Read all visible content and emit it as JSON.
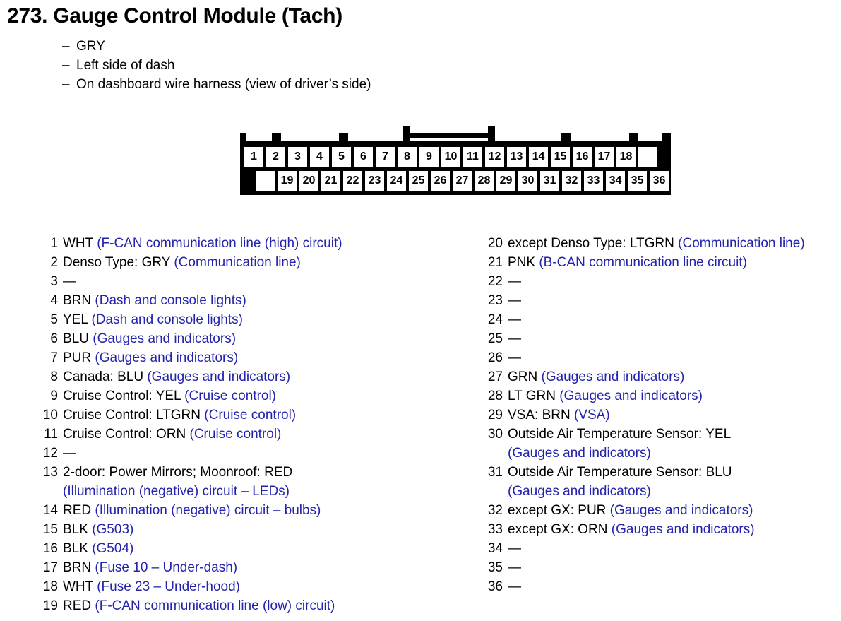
{
  "header": {
    "title": "273. Gauge Control Module (Tach)",
    "bullets": [
      "GRY",
      "Left side of dash",
      "On dashboard wire harness (view of driver’s side)"
    ],
    "dash": "–"
  },
  "colors": {
    "circuit_text": "#2323ad",
    "body_text": "#000000",
    "connector_body": "#000000",
    "pin_fill": "#ffffff"
  },
  "connector": {
    "name": "36-pin connector",
    "top_row": [
      "1",
      "2",
      "3",
      "4",
      "5",
      "6",
      "7",
      "8",
      "9",
      "10",
      "11",
      "12",
      "13",
      "14",
      "15",
      "16",
      "17",
      "18"
    ],
    "bottom_row": [
      "19",
      "20",
      "21",
      "22",
      "23",
      "24",
      "25",
      "26",
      "27",
      "28",
      "29",
      "30",
      "31",
      "32",
      "33",
      "34",
      "35",
      "36"
    ]
  },
  "pins": {
    "left_column": [
      {
        "num": "1",
        "wire": "WHT ",
        "circuit": "(F-CAN communication line (high) circuit)"
      },
      {
        "num": "2",
        "wire": "Denso Type: GRY ",
        "circuit": "(Communication line)"
      },
      {
        "num": "3",
        "wire": "—",
        "circuit": ""
      },
      {
        "num": "4",
        "wire": "BRN ",
        "circuit": "(Dash and console lights)"
      },
      {
        "num": "5",
        "wire": "YEL ",
        "circuit": "(Dash and console lights)"
      },
      {
        "num": "6",
        "wire": "BLU ",
        "circuit": "(Gauges and indicators)"
      },
      {
        "num": "7",
        "wire": "PUR ",
        "circuit": "(Gauges and indicators)"
      },
      {
        "num": "8",
        "wire": "Canada: BLU ",
        "circuit": "(Gauges and indicators)"
      },
      {
        "num": "9",
        "wire": "Cruise Control: YEL ",
        "circuit": "(Cruise control)"
      },
      {
        "num": "10",
        "wire": "Cruise Control: LTGRN  ",
        "circuit": "(Cruise control)"
      },
      {
        "num": "11",
        "wire": "Cruise Control: ORN ",
        "circuit": "(Cruise control)"
      },
      {
        "num": "12",
        "wire": "—",
        "circuit": ""
      },
      {
        "num": "13",
        "wire": "2-door: Power Mirrors; Moonroof: RED",
        "circuit": "",
        "continuation": "(Illumination (negative) circuit – LEDs)"
      },
      {
        "num": "14",
        "wire": "RED ",
        "circuit": "(Illumination (negative) circuit – bulbs)"
      },
      {
        "num": "15",
        "wire": "BLK ",
        "circuit": "(G503)"
      },
      {
        "num": "16",
        "wire": "BLK ",
        "circuit": "(G504)"
      },
      {
        "num": "17",
        "wire": "BRN ",
        "circuit": "(Fuse 10 – Under-dash)"
      },
      {
        "num": "18",
        "wire": "WHT ",
        "circuit": "(Fuse 23 – Under-hood)"
      },
      {
        "num": "19",
        "wire": "RED ",
        "circuit": "(F-CAN communication line (low) circuit)"
      }
    ],
    "right_column": [
      {
        "num": "20",
        "wire": "except Denso Type: LTGRN  ",
        "circuit": "(Communication line)"
      },
      {
        "num": "21",
        "wire": "PNK ",
        "circuit": "(B-CAN communication line circuit)"
      },
      {
        "num": "22",
        "wire": "—",
        "circuit": ""
      },
      {
        "num": "23",
        "wire": "—",
        "circuit": ""
      },
      {
        "num": "24",
        "wire": "—",
        "circuit": ""
      },
      {
        "num": "25",
        "wire": "—",
        "circuit": ""
      },
      {
        "num": "26",
        "wire": "—",
        "circuit": ""
      },
      {
        "num": "27",
        "wire": "GRN ",
        "circuit": "(Gauges and indicators)"
      },
      {
        "num": "28",
        "wire": "LT GRN ",
        "circuit": "(Gauges and indicators)"
      },
      {
        "num": "29",
        "wire": "VSA: BRN ",
        "circuit": "(VSA)"
      },
      {
        "num": "30",
        "wire": "Outside Air Temperature Sensor: YEL",
        "circuit": "",
        "continuation": "(Gauges and indicators)"
      },
      {
        "num": "31",
        "wire": "Outside Air Temperature Sensor: BLU",
        "circuit": "",
        "continuation": "(Gauges and indicators)"
      },
      {
        "num": "32",
        "wire": "except GX: PUR ",
        "circuit": "(Gauges and indicators)"
      },
      {
        "num": "33",
        "wire": "except GX: ORN ",
        "circuit": "(Gauges and indicators)"
      },
      {
        "num": "34",
        "wire": "—",
        "circuit": ""
      },
      {
        "num": "35",
        "wire": "—",
        "circuit": ""
      },
      {
        "num": "36",
        "wire": "—",
        "circuit": ""
      }
    ]
  }
}
